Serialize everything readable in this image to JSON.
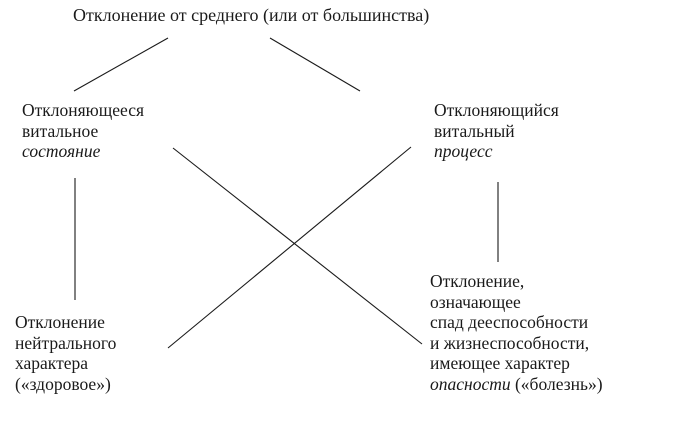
{
  "diagram": {
    "root": {
      "text": "Отклонение от среднего (или от большинства)"
    },
    "left_state": {
      "lines": [
        "Отклоняющееся",
        "витальное"
      ],
      "italic_line": "состояние"
    },
    "right_process": {
      "lines": [
        "Отклоняющийся",
        "витальный"
      ],
      "italic_line": "процесс"
    },
    "bottom_left": {
      "lines": [
        "Отклонение",
        "нейтрального",
        "характера",
        "(«здоровое»)"
      ]
    },
    "bottom_right": {
      "lines": [
        "Отклонение,",
        "означающее",
        "спад дееспособности",
        "и жизнеспособности,",
        "имеющее характер"
      ],
      "italic_word": "опасности",
      "tail": " («болезнь»)"
    },
    "edges": [
      {
        "from": "root",
        "to": "left_state"
      },
      {
        "from": "root",
        "to": "right_process"
      },
      {
        "from": "left_state",
        "to": "bottom_left"
      },
      {
        "from": "left_state",
        "to": "bottom_right"
      },
      {
        "from": "right_process",
        "to": "bottom_left"
      },
      {
        "from": "right_process",
        "to": "bottom_right"
      }
    ],
    "line_color": "#1a1a1a"
  }
}
